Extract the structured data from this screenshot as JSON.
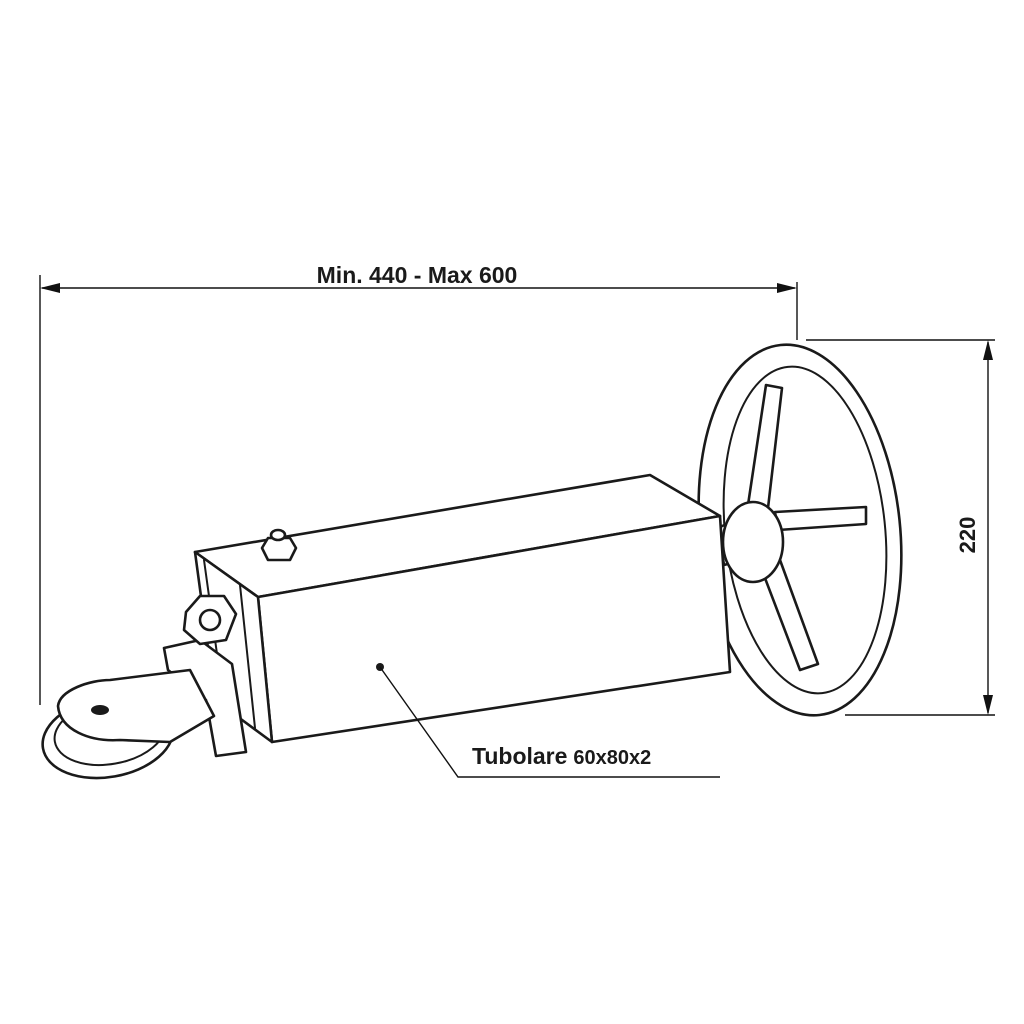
{
  "dimensions": {
    "length_label": "Min. 440 - Max 600",
    "height_label": "220"
  },
  "callout": {
    "label": "Tubolare",
    "size": "60x80x2"
  },
  "parts": {
    "pulley": "pulley-icon",
    "nut": "hex-nut-icon",
    "top_bolt": "bolt-icon",
    "tube": "rectangular-tube-icon",
    "handwheel": "handwheel-icon"
  },
  "colors": {
    "ink": "#1a1a1a",
    "background": "#ffffff"
  }
}
